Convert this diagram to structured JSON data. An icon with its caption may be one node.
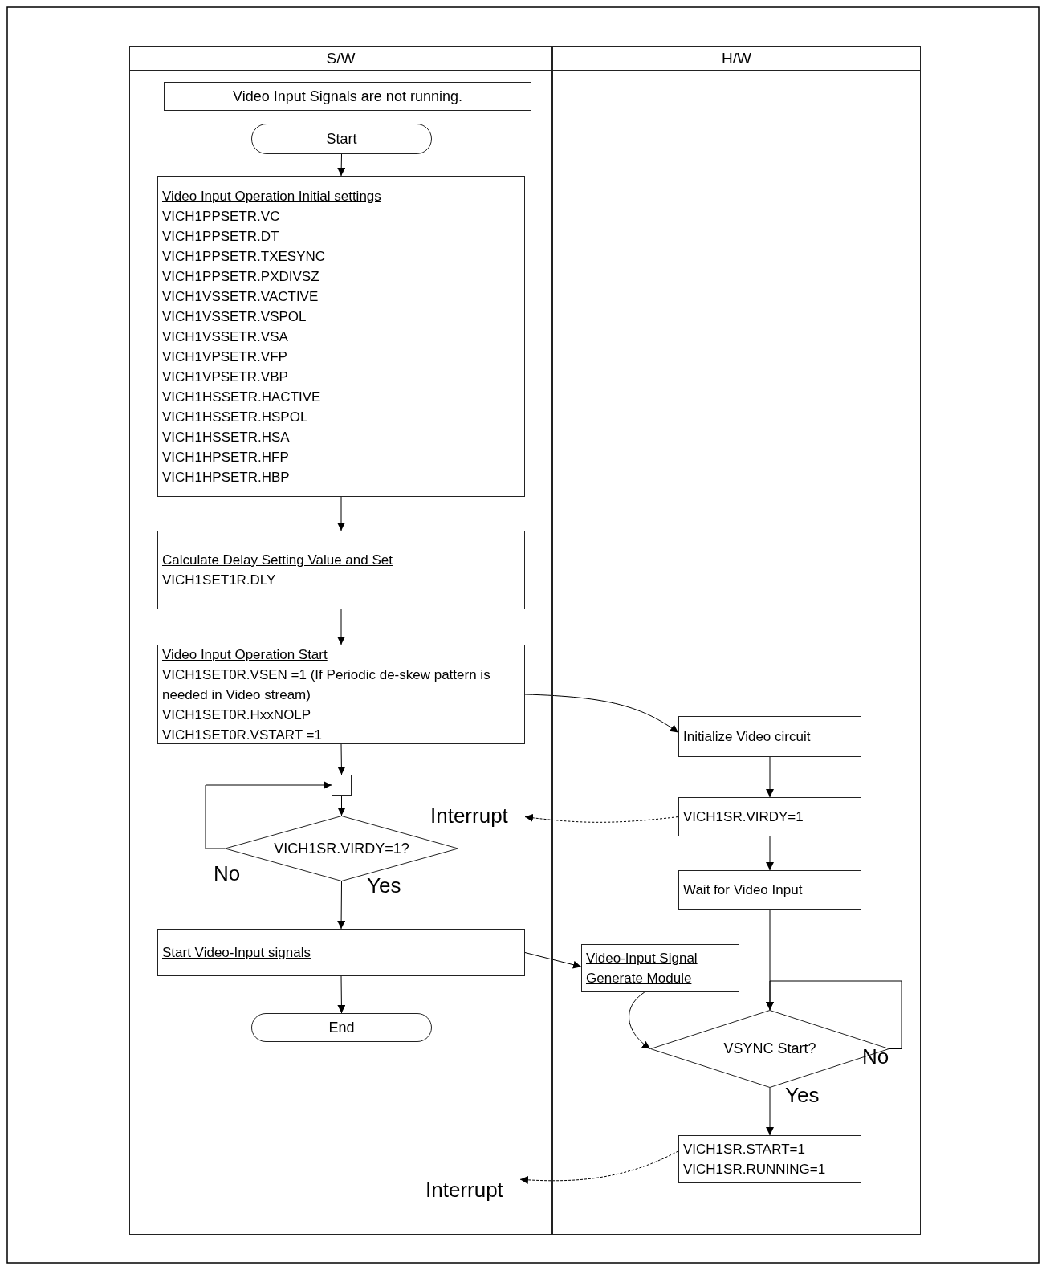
{
  "diagram": {
    "nodes": [
      {
        "text": [
          "S/W"
        ]
      },
      {
        "text": [
          "H/W"
        ]
      },
      {
        "text": [
          "Video Input Signals are not running."
        ],
        "in": 0
      },
      {
        "text": [
          "Start"
        ],
        "in": 0
      },
      {
        "text": [
          "Video Input Operation Initial settings",
          "VICH1PPSETR.VC",
          "VICH1PPSETR.DT",
          "VICH1PPSETR.TXESYNC",
          "VICH1PPSETR.PXDIVSZ",
          "VICH1VSSETR.VACTIVE",
          "VICH1VSSETR.VSPOL",
          "VICH1VSSETR.VSA",
          "VICH1VPSETR.VFP",
          "VICH1VPSETR.VBP",
          "VICH1HSSETR.HACTIVE",
          "VICH1HSSETR.HSPOL",
          "VICH1HSSETR.HSA",
          "VICH1HPSETR.HFP",
          "VICH1HPSETR.HBP"
        ],
        "in": 0
      },
      {
        "text": [
          "Calculate Delay Setting Value and Set",
          "VICH1SET1R.DLY"
        ],
        "in": 0
      },
      {
        "text": [
          "Video Input Operation Start",
          "VICH1SET0R.VSEN =1 (If Periodic de-skew pattern is needed in Video stream)",
          "VICH1SET0R.HxxNOLP",
          "VICH1SET0R.VSTART =1"
        ],
        "in": 0
      },
      {
        "text": [],
        "shape": "box",
        "in": 0
      },
      {
        "text": [
          "VICH1SR.VIRDY=1?"
        ],
        "in": 0
      },
      {
        "text": [
          "Start Video-Input signals"
        ],
        "in": 0
      },
      {
        "text": [
          "End"
        ],
        "in": 0
      },
      {
        "text": [
          "Interrupt"
        ],
        "in": 0
      },
      {
        "text": [
          "Interrupt"
        ],
        "in": 0
      },
      {
        "text": [
          "Initialize Video circuit"
        ],
        "in": 1
      },
      {
        "text": [
          "VICH1SR.VIRDY=1"
        ],
        "in": 1
      },
      {
        "text": [
          "Wait for Video Input"
        ],
        "in": 1
      },
      {
        "text": [
          "Video-Input Signal Generate Module"
        ],
        "in": 1
      },
      {
        "text": [
          "VSYNC Start?"
        ],
        "in": 1
      },
      {
        "text": [
          "VICH1SR.START=1",
          "VICH1SR.RUNNING=1"
        ],
        "in": 1
      }
    ],
    "edges": [
      {
        "from": 3,
        "to": 4,
        "arrow": "to"
      },
      {
        "from": 4,
        "to": 5,
        "arrow": "to"
      },
      {
        "from": 5,
        "to": 6,
        "arrow": "to"
      },
      {
        "from": 6,
        "to": 7,
        "arrow": "to"
      },
      {
        "from": 7,
        "to": 8,
        "arrow": "to"
      },
      {
        "from": 8,
        "to": 7,
        "arrow": "to",
        "label": "No"
      },
      {
        "from": 8,
        "to": 9,
        "arrow": "to",
        "label": "Yes"
      },
      {
        "from": 9,
        "to": 10,
        "arrow": "to"
      },
      {
        "from": 6,
        "to": 13,
        "arrow": "to"
      },
      {
        "from": 13,
        "to": 14,
        "arrow": "to"
      },
      {
        "from": 14,
        "to": 11,
        "arrow": "to",
        "style": "dashed"
      },
      {
        "from": 14,
        "to": 15,
        "arrow": "to"
      },
      {
        "from": 15,
        "to": 17,
        "arrow": "to"
      },
      {
        "from": 17,
        "to": 17,
        "arrow": "to",
        "label": "No"
      },
      {
        "from": 17,
        "to": 18,
        "arrow": "to",
        "label": "Yes"
      },
      {
        "from": 9,
        "to": 16,
        "arrow": "to"
      },
      {
        "from": 16,
        "to": 17,
        "arrow": "to"
      },
      {
        "from": 18,
        "to": 12,
        "arrow": "to",
        "style": "dashed"
      }
    ]
  }
}
